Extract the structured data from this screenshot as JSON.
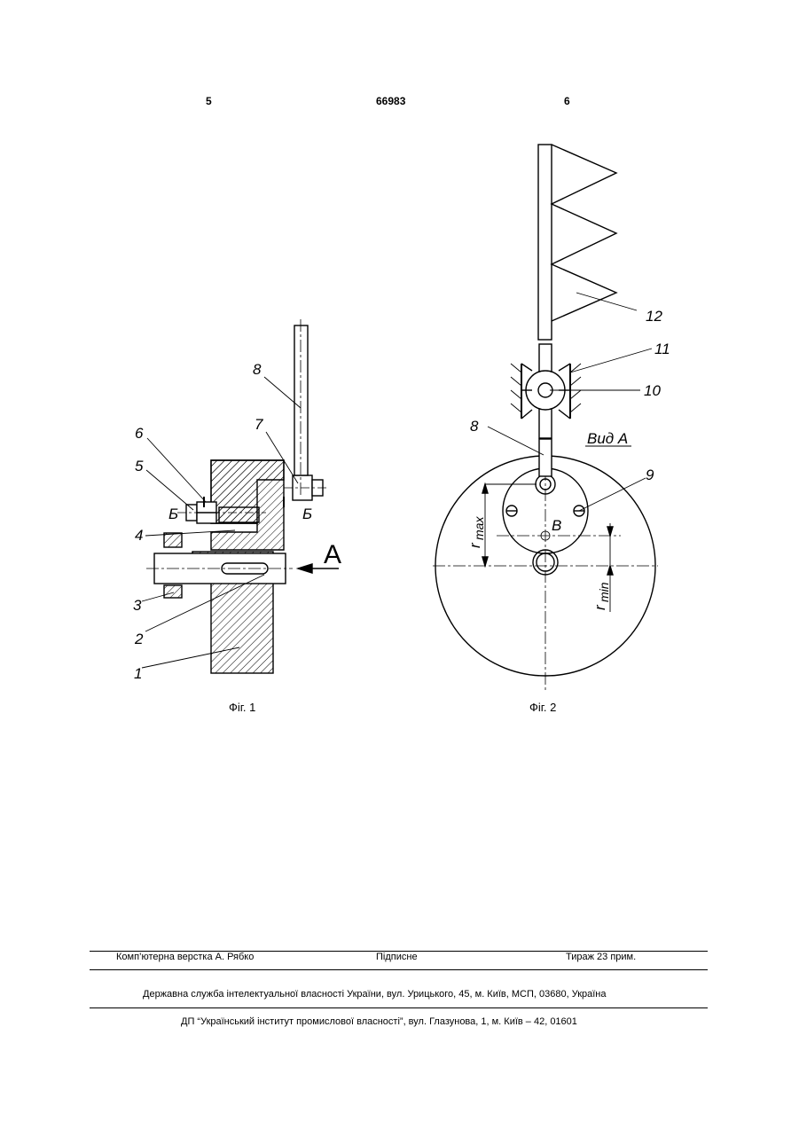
{
  "header": {
    "page_left": "5",
    "doc_number": "66983",
    "page_right": "6"
  },
  "fig1": {
    "caption": "Фіг. 1",
    "labels": {
      "n1": "1",
      "n2": "2",
      "n3": "3",
      "n4": "4",
      "n5": "5",
      "n6": "6",
      "n7": "7",
      "n8": "8",
      "section_b_left": "Б",
      "section_b_right": "Б",
      "view_arrow": "А"
    }
  },
  "fig2": {
    "caption": "Фіг. 2",
    "labels": {
      "n8": "8",
      "n9": "9",
      "n10": "10",
      "n11": "11",
      "n12": "12",
      "view_a": "Вид А",
      "point_b": "В",
      "r_max": "r",
      "r_max_sub": "max",
      "r_min": "r",
      "r_min_sub": "min"
    }
  },
  "footer": {
    "layout": "Комп’ютерна верстка А. Рябко",
    "signed": "Підписне",
    "circulation": "Тираж 23 прим.",
    "agency": "Державна служба інтелектуальної власності України, вул. Урицького, 45, м. Київ, МСП, 03680, Україна",
    "institute": "ДП “Український інститут промислової власності”, вул. Глазунова, 1, м. Київ – 42, 01601"
  }
}
